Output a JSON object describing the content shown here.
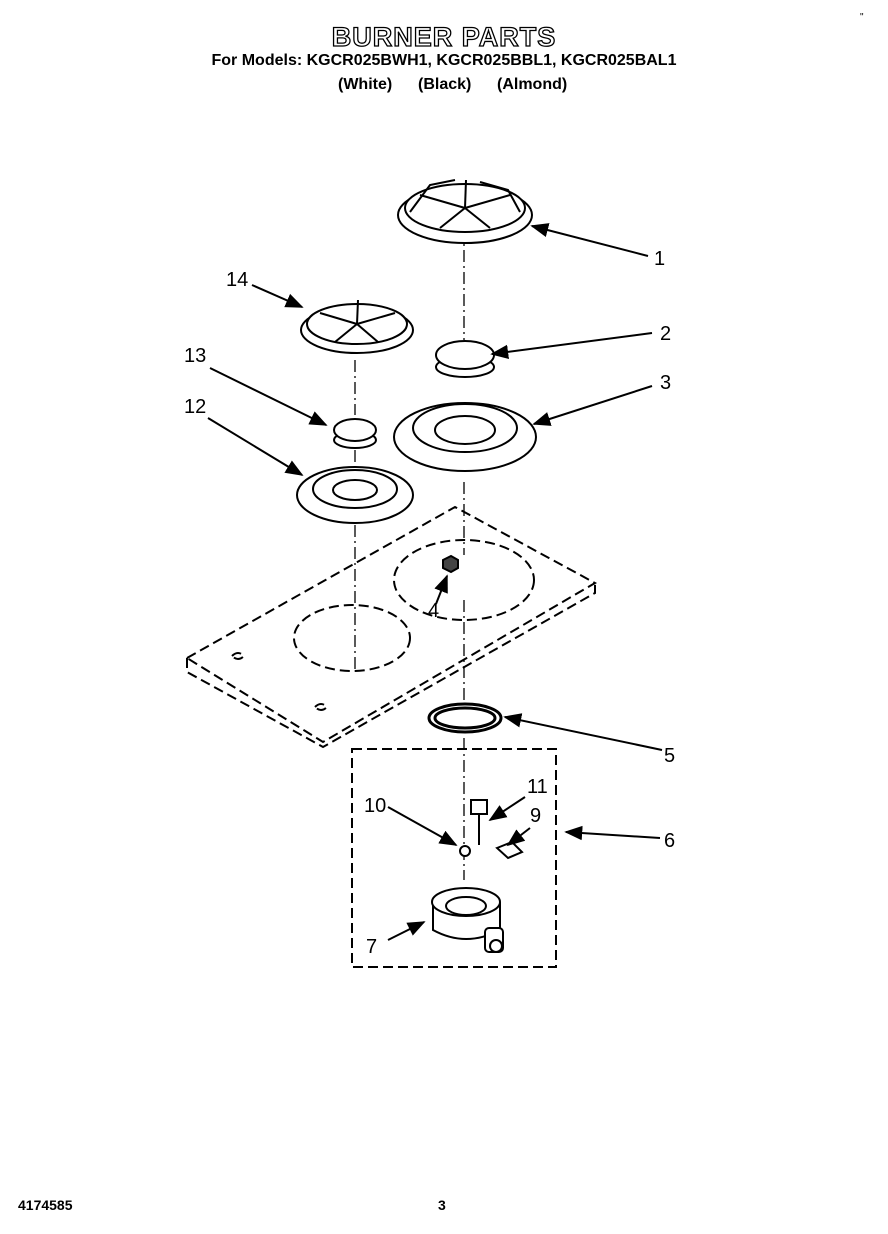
{
  "header": {
    "title": "BURNER PARTS",
    "subtitle": "For Models: KGCR025BWH1, KGCR025BBL1, KGCR025BAL1",
    "variants": [
      "(White)",
      "(Black)",
      "(Almond)"
    ],
    "corner_mark": "\""
  },
  "callouts": [
    "1",
    "2",
    "3",
    "4",
    "5",
    "6",
    "7",
    "9",
    "10",
    "11",
    "12",
    "13",
    "14"
  ],
  "footer": {
    "document_number": "4174585",
    "page_number": "3"
  }
}
